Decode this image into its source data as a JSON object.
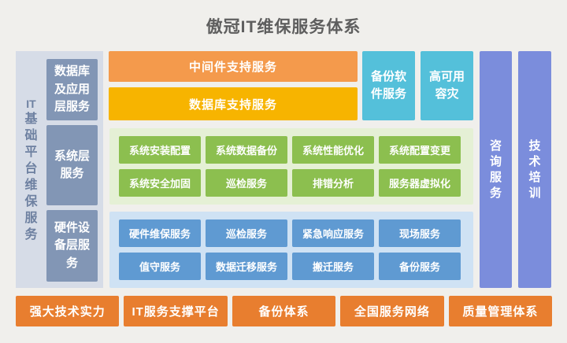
{
  "title": "傲冠IT维保服务体系",
  "colors": {
    "page_background": "#f0efec",
    "left_panel_bg": "#d6dce7",
    "left_panel_text": "#6e81a1",
    "layer_box": "#8296b5",
    "middleware_bar": "#f49a4c",
    "database_bar": "#f7b400",
    "cyan_box": "#54c0da",
    "green_container": "#e5f0d5",
    "green_box": "#8cbf4f",
    "blue_container": "#cfe2f4",
    "blue_box": "#5f9ad2",
    "purple_bar": "#7b8ddc",
    "bottom_box": "#e87e2f",
    "title_text": "#5e5e5e",
    "box_text": "#ffffff"
  },
  "left_panel": {
    "vertical_title": "IT基础平台维保服务",
    "title_chars": [
      "IT",
      "基",
      "础",
      "平",
      "台",
      "维",
      "保",
      "服",
      "务"
    ],
    "layers": [
      "数据库及应用层服务",
      "系统层服务",
      "硬件设备层服务"
    ]
  },
  "middle": {
    "middleware_bar": "中间件支持服务",
    "database_bar": "数据库支持服务",
    "backup_software": "备份软件服务",
    "high_availability": "高可用容灾",
    "system_services": {
      "rows": [
        [
          "系统安装配置",
          "系统数据备份",
          "系统性能优化",
          "系统配置变更"
        ],
        [
          "系统安全加固",
          "巡检服务",
          "排错分析",
          "服务器虚拟化"
        ]
      ]
    },
    "hardware_services": {
      "rows": [
        [
          "硬件维保服务",
          "巡检服务",
          "紧急响应服务",
          "现场服务"
        ],
        [
          "值守服务",
          "数据迁移服务",
          "搬迁服务",
          "备份服务"
        ]
      ]
    }
  },
  "right_panel": {
    "consulting": {
      "label": "咨询服务",
      "chars": [
        "咨",
        "询",
        "服",
        "务"
      ]
    },
    "training": {
      "label": "技术培训",
      "chars": [
        "技",
        "术",
        "培",
        "训"
      ]
    }
  },
  "bottom": {
    "items": [
      "强大技术实力",
      "IT服务支撑平台",
      "备份体系",
      "全国服务网络",
      "质量管理体系"
    ]
  }
}
